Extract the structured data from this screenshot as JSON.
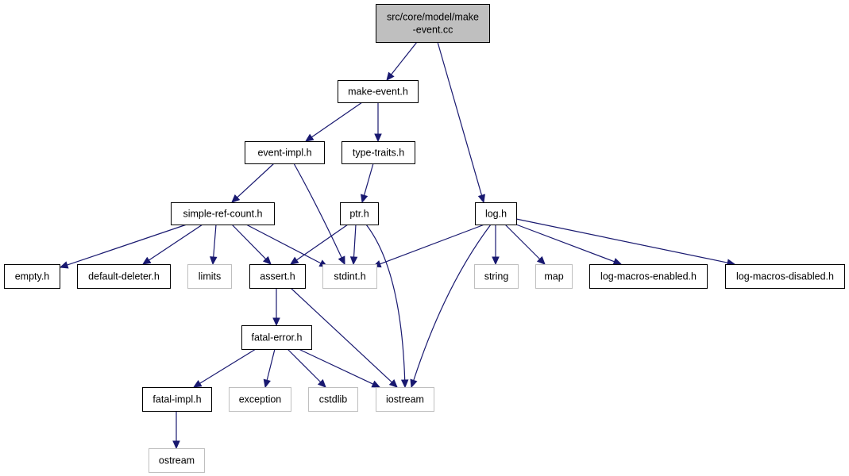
{
  "diagram": {
    "colors": {
      "edge": "#191970",
      "root_fill": "#bfbfbf",
      "node_border": "#000000",
      "system_node_border": "#bfbfbf",
      "background": "#ffffff"
    },
    "nodes": [
      {
        "id": "make-event-cc",
        "label": [
          "src/core/model/make",
          "-event.cc"
        ],
        "kind": "root"
      },
      {
        "id": "make-event-h",
        "label": [
          "make-event.h"
        ],
        "kind": "local"
      },
      {
        "id": "event-impl-h",
        "label": [
          "event-impl.h"
        ],
        "kind": "local"
      },
      {
        "id": "type-traits-h",
        "label": [
          "type-traits.h"
        ],
        "kind": "local"
      },
      {
        "id": "simple-ref-count-h",
        "label": [
          "simple-ref-count.h"
        ],
        "kind": "local"
      },
      {
        "id": "ptr-h",
        "label": [
          "ptr.h"
        ],
        "kind": "local"
      },
      {
        "id": "log-h",
        "label": [
          "log.h"
        ],
        "kind": "local"
      },
      {
        "id": "empty-h",
        "label": [
          "empty.h"
        ],
        "kind": "local"
      },
      {
        "id": "default-deleter-h",
        "label": [
          "default-deleter.h"
        ],
        "kind": "local"
      },
      {
        "id": "limits",
        "label": [
          "limits"
        ],
        "kind": "system"
      },
      {
        "id": "assert-h",
        "label": [
          "assert.h"
        ],
        "kind": "local"
      },
      {
        "id": "stdint-h",
        "label": [
          "stdint.h"
        ],
        "kind": "system"
      },
      {
        "id": "string",
        "label": [
          "string"
        ],
        "kind": "system"
      },
      {
        "id": "map",
        "label": [
          "map"
        ],
        "kind": "system"
      },
      {
        "id": "log-macros-enabled-h",
        "label": [
          "log-macros-enabled.h"
        ],
        "kind": "local"
      },
      {
        "id": "log-macros-disabled-h",
        "label": [
          "log-macros-disabled.h"
        ],
        "kind": "local"
      },
      {
        "id": "fatal-error-h",
        "label": [
          "fatal-error.h"
        ],
        "kind": "local"
      },
      {
        "id": "fatal-impl-h",
        "label": [
          "fatal-impl.h"
        ],
        "kind": "local"
      },
      {
        "id": "exception",
        "label": [
          "exception"
        ],
        "kind": "system"
      },
      {
        "id": "cstdlib",
        "label": [
          "cstdlib"
        ],
        "kind": "system"
      },
      {
        "id": "iostream",
        "label": [
          "iostream"
        ],
        "kind": "system"
      },
      {
        "id": "ostream",
        "label": [
          "ostream"
        ],
        "kind": "system"
      }
    ],
    "edges": [
      {
        "from": "make-event-cc",
        "to": "make-event-h"
      },
      {
        "from": "make-event-cc",
        "to": "log-h"
      },
      {
        "from": "make-event-h",
        "to": "event-impl-h"
      },
      {
        "from": "make-event-h",
        "to": "type-traits-h"
      },
      {
        "from": "event-impl-h",
        "to": "simple-ref-count-h"
      },
      {
        "from": "event-impl-h",
        "to": "stdint-h"
      },
      {
        "from": "type-traits-h",
        "to": "ptr-h"
      },
      {
        "from": "simple-ref-count-h",
        "to": "empty-h"
      },
      {
        "from": "simple-ref-count-h",
        "to": "default-deleter-h"
      },
      {
        "from": "simple-ref-count-h",
        "to": "limits"
      },
      {
        "from": "simple-ref-count-h",
        "to": "assert-h"
      },
      {
        "from": "simple-ref-count-h",
        "to": "stdint-h"
      },
      {
        "from": "ptr-h",
        "to": "assert-h"
      },
      {
        "from": "ptr-h",
        "to": "stdint-h"
      },
      {
        "from": "ptr-h",
        "to": "iostream"
      },
      {
        "from": "log-h",
        "to": "stdint-h"
      },
      {
        "from": "log-h",
        "to": "iostream"
      },
      {
        "from": "log-h",
        "to": "string"
      },
      {
        "from": "log-h",
        "to": "map"
      },
      {
        "from": "log-h",
        "to": "log-macros-enabled-h"
      },
      {
        "from": "log-h",
        "to": "log-macros-disabled-h"
      },
      {
        "from": "assert-h",
        "to": "fatal-error-h"
      },
      {
        "from": "assert-h",
        "to": "iostream"
      },
      {
        "from": "fatal-error-h",
        "to": "fatal-impl-h"
      },
      {
        "from": "fatal-error-h",
        "to": "exception"
      },
      {
        "from": "fatal-error-h",
        "to": "cstdlib"
      },
      {
        "from": "fatal-error-h",
        "to": "iostream"
      },
      {
        "from": "fatal-impl-h",
        "to": "ostream"
      }
    ]
  }
}
